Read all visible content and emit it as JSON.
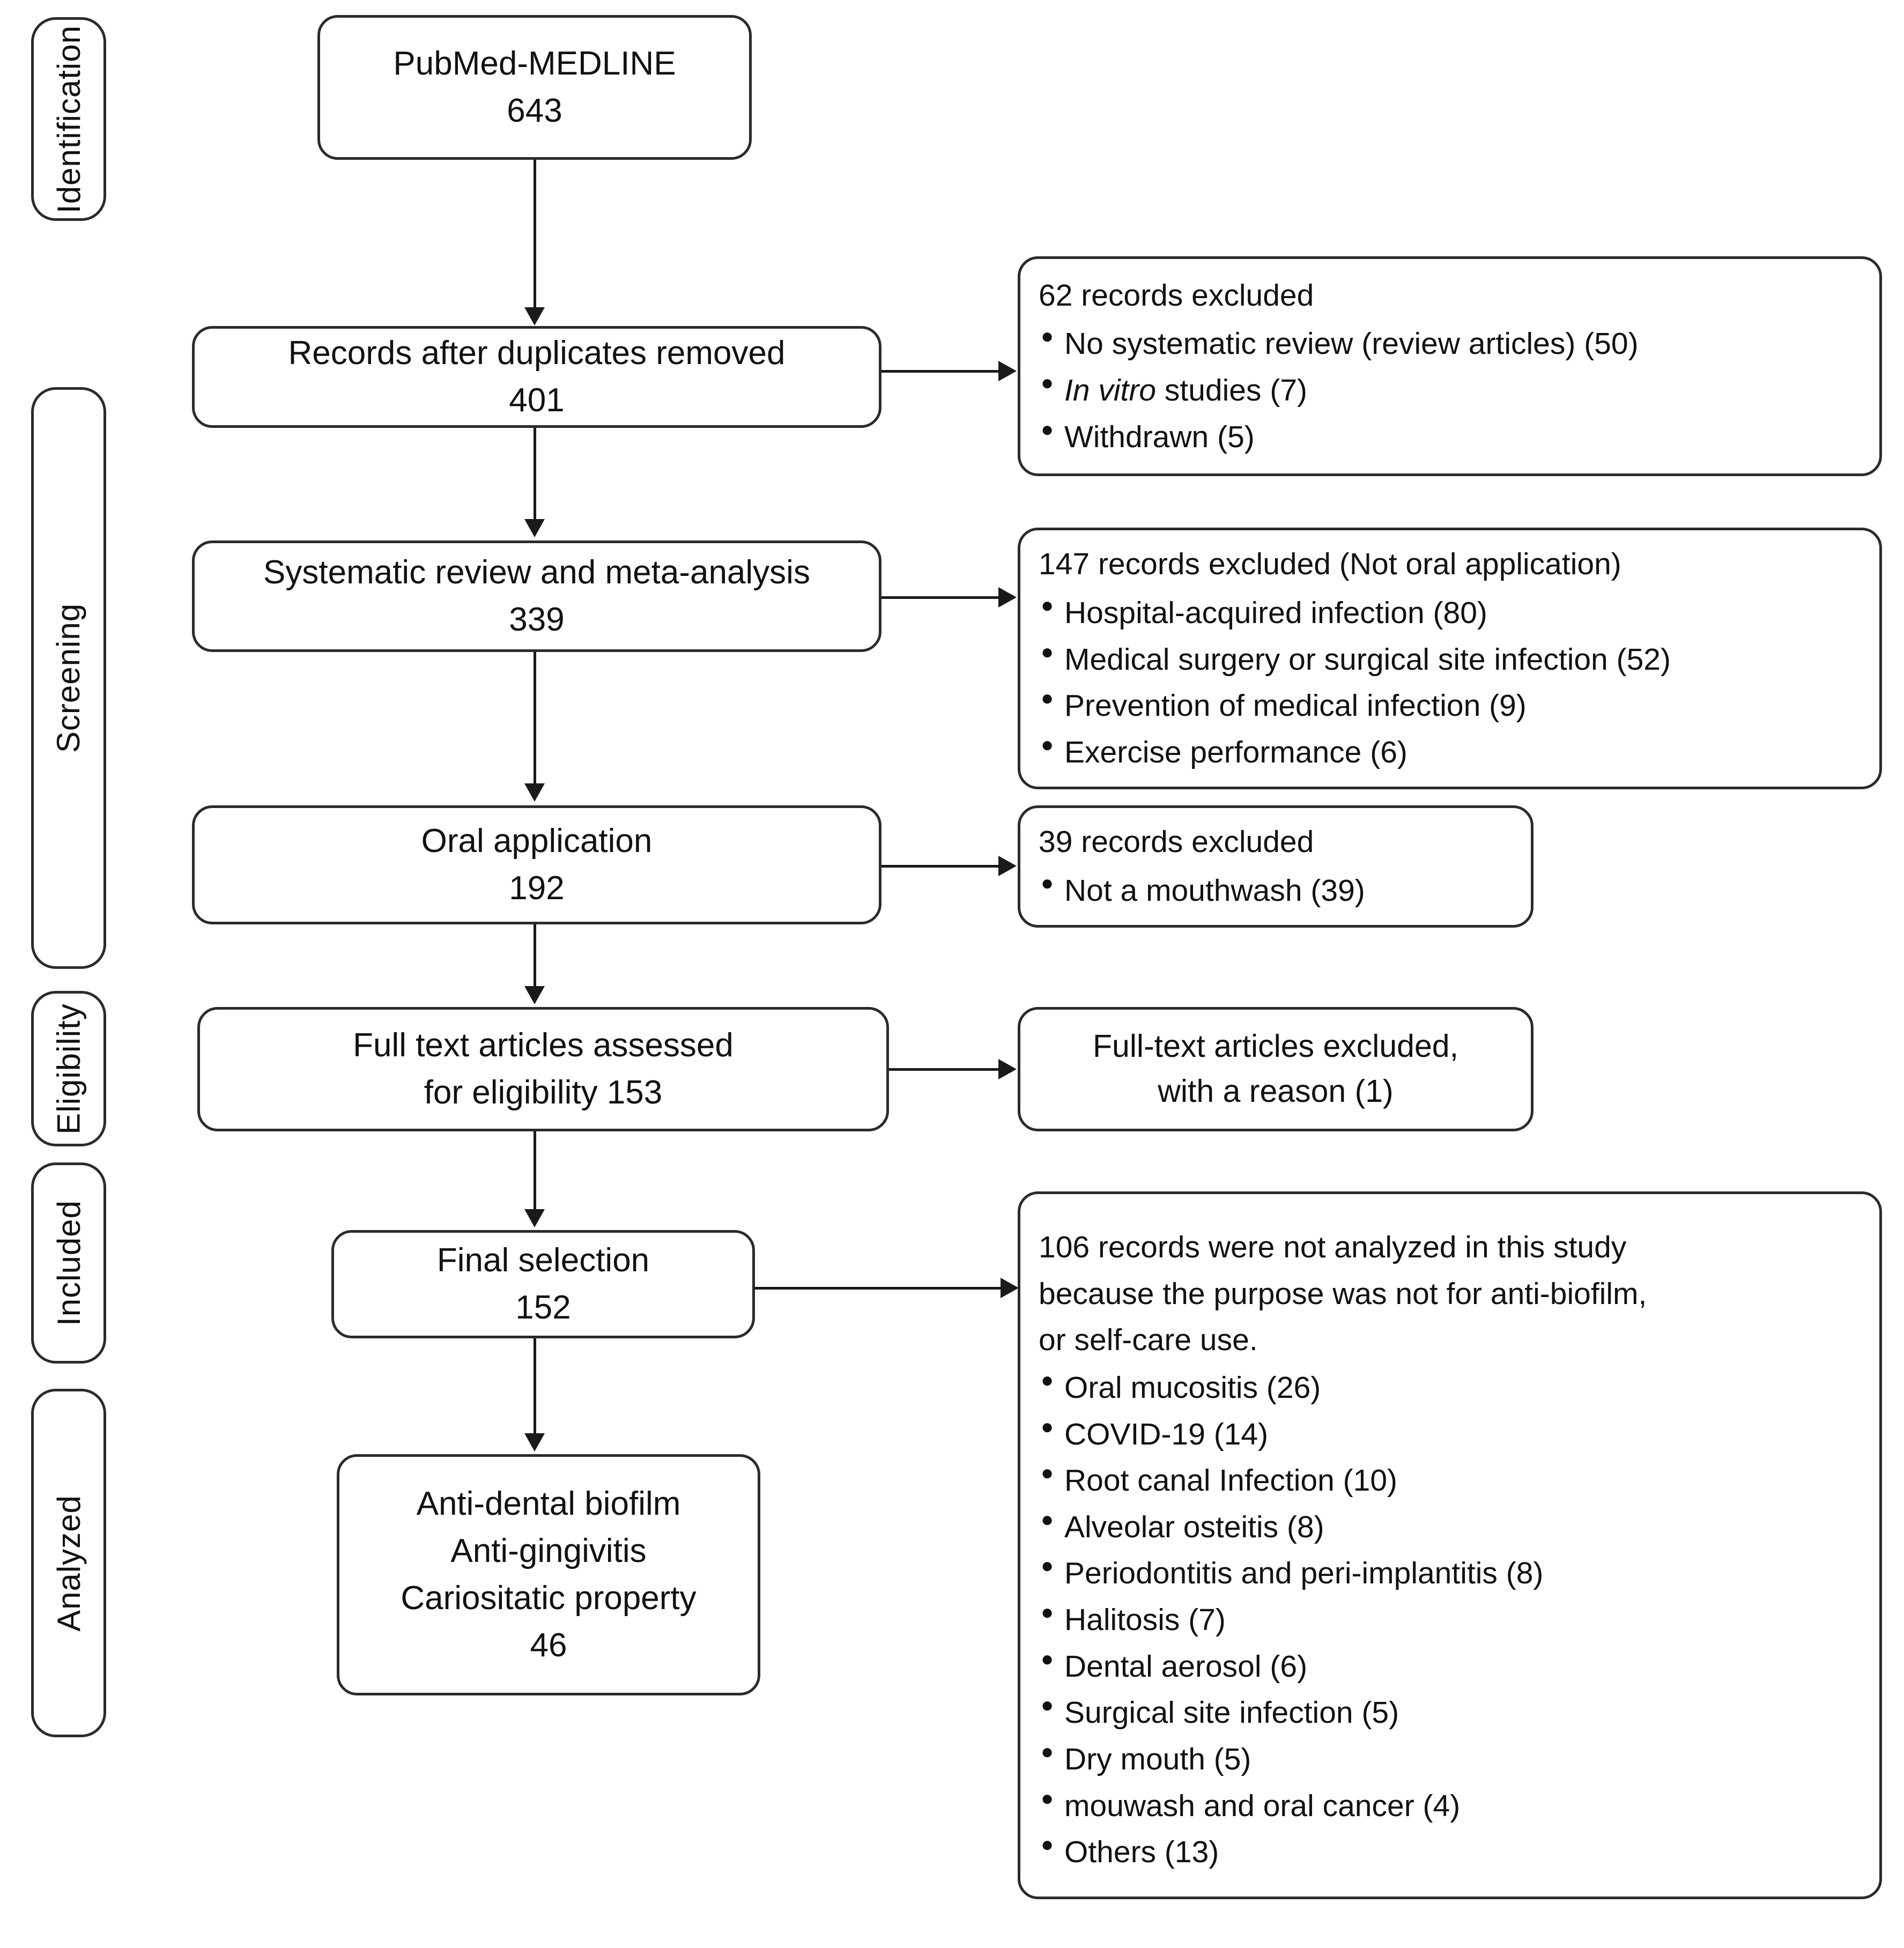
{
  "diagram": {
    "title": "PRISMA flow diagram of study selection",
    "type": "prisma-flow-diagram",
    "line_color": "#1a1a1a",
    "border_color": "#2b2b2b",
    "background_color": "#ffffff"
  },
  "stages": [
    {
      "id": "identification",
      "label": "Identification"
    },
    {
      "id": "screening",
      "label": "Screening"
    },
    {
      "id": "eligibility",
      "label": "Eligibility"
    },
    {
      "id": "included",
      "label": "Included"
    },
    {
      "id": "analyzed",
      "label": "Analyzed"
    }
  ],
  "flow_boxes": [
    {
      "id": "source",
      "lines": [
        "PubMed-MEDLINE",
        "643"
      ],
      "count": 643
    },
    {
      "id": "after_duplicates",
      "lines": [
        "Records after duplicates removed",
        "401"
      ],
      "count": 401
    },
    {
      "id": "systematic_review",
      "lines": [
        "Systematic review and meta-analysis",
        "339"
      ],
      "count": 339
    },
    {
      "id": "oral_application",
      "lines": [
        "Oral application",
        "192"
      ],
      "count": 192
    },
    {
      "id": "full_text",
      "lines": [
        "Full text articles assessed",
        "for eligibility 153"
      ],
      "count": 153
    },
    {
      "id": "final_selection",
      "lines": [
        "Final selection",
        "152"
      ],
      "count": 152
    },
    {
      "id": "analyzed_outcomes",
      "lines": [
        "Anti-dental biofilm",
        "Anti-gingivitis",
        "Cariositatic property",
        "46"
      ],
      "count": 46
    }
  ],
  "exclusion_boxes": [
    {
      "id": "excluded_62",
      "heading": "62 records excluded",
      "count": 62,
      "items": [
        {
          "text": "No systematic review (review articles) (50)",
          "n": 50
        },
        {
          "text_italic": "In vitro",
          "text": " studies (7)",
          "n": 7
        },
        {
          "text": "Withdrawn (5)",
          "n": 5
        }
      ]
    },
    {
      "id": "excluded_147",
      "heading": "147 records excluded (Not oral application)",
      "count": 147,
      "items": [
        {
          "text": "Hospital-acquired infection (80)",
          "n": 80
        },
        {
          "text": "Medical surgery or surgical site infection (52)",
          "n": 52
        },
        {
          "text": "Prevention of medical infection (9)",
          "n": 9
        },
        {
          "text": "Exercise performance (6)",
          "n": 6
        }
      ]
    },
    {
      "id": "excluded_39",
      "heading": "39 records excluded",
      "count": 39,
      "items": [
        {
          "text": "Not a mouthwash (39)",
          "n": 39
        }
      ]
    },
    {
      "id": "excluded_fulltext",
      "lines": [
        "Full-text articles excluded,",
        "with a reason (1)"
      ],
      "count": 1
    },
    {
      "id": "not_analyzed_106",
      "heading_lines": [
        "106 records were not analyzed in this study",
        "because the purpose was not for anti-biofilm,",
        "or self-care use."
      ],
      "count": 106,
      "items": [
        {
          "text": "Oral mucositis (26)",
          "n": 26
        },
        {
          "text": "COVID-19 (14)",
          "n": 14
        },
        {
          "text": "Root canal Infection (10)",
          "n": 10
        },
        {
          "text": "Alveolar osteitis (8)",
          "n": 8
        },
        {
          "text": "Periodontitis and peri-implantitis (8)",
          "n": 8
        },
        {
          "text": "Halitosis (7)",
          "n": 7
        },
        {
          "text": "Dental aerosol (6)",
          "n": 6
        },
        {
          "text": "Surgical site infection (5)",
          "n": 5
        },
        {
          "text": "Dry mouth (5)",
          "n": 5
        },
        {
          "text": "mouwash and oral cancer (4)",
          "n": 4
        },
        {
          "text": "Others (13)",
          "n": 13
        }
      ]
    }
  ]
}
